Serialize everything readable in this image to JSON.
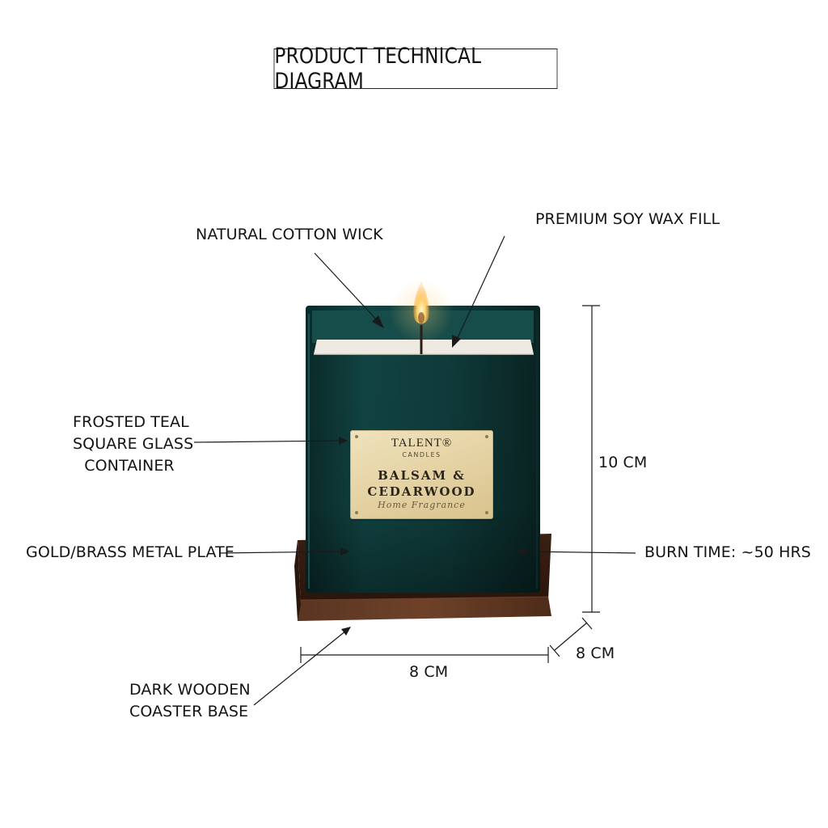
{
  "title": "PRODUCT TECHNICAL DIAGRAM",
  "callouts": {
    "wick": "NATURAL COTTON WICK",
    "wax": "PREMIUM SOY WAX FILL",
    "glass": [
      "FROSTED TEAL",
      "SQUARE GLASS",
      "CONTAINER"
    ],
    "plate": "GOLD/BRASS METAL PLATE",
    "burn": "BURN TIME: ~50 HRS",
    "coaster": [
      "DARK WOODEN",
      "COASTER BASE"
    ]
  },
  "dimensions": {
    "height": "10 CM",
    "width": "8 CM",
    "depth": "8 CM"
  },
  "label_plate": {
    "brand": "TALENT®",
    "sub": "CANDLES",
    "scent_line1": "BALSAM &",
    "scent_line2": "CEDARWOOD",
    "script": "Home Fragrance"
  },
  "colors": {
    "glass": "#0f3b3a",
    "glass_dark": "#0a2524",
    "wax": "#eeeae2",
    "wood": "#4a2a18",
    "brass": "#e3d1a2",
    "line": "#1a1a1a"
  }
}
